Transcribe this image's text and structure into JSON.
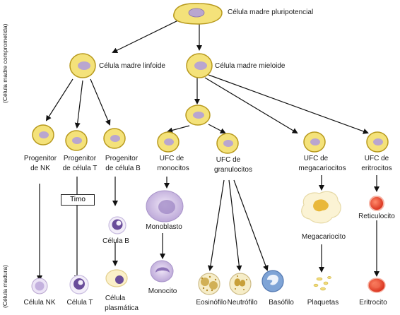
{
  "side_labels": {
    "committed": "(Célula madre comprometida)",
    "mature": "(Célula madura)"
  },
  "nodes": {
    "pluripotent": "Célula madre pluripotencial",
    "lymphoid": "Célula madre linfoide",
    "myeloid": "Célula madre mieloide",
    "nk_progenitor_1": "Progenitor",
    "nk_progenitor_2": "de NK",
    "t_progenitor_1": "Progenitor",
    "t_progenitor_2": "de célula T",
    "b_progenitor_1": "Progenitor",
    "b_progenitor_2": "de célula B",
    "ufc_mono_1": "UFC de",
    "ufc_mono_2": "monocitos",
    "ufc_gran_1": "UFC de",
    "ufc_gran_2": "granulocitos",
    "ufc_mega_1": "UFC de",
    "ufc_mega_2": "megacariocitos",
    "ufc_eri_1": "UFC de",
    "ufc_eri_2": "eritrocitos",
    "timo": "Timo",
    "cell_b": "Célula B",
    "monoblasto": "Monoblasto",
    "megacariocito": "Megacariocito",
    "reticulocito": "Reticulocito",
    "nk_cell": "Célula NK",
    "t_cell": "Célula T",
    "plasma_1": "Célula",
    "plasma_2": "plasmática",
    "monocito": "Monocito",
    "eosinofilo": "Eosinófilo",
    "neutrofilo": "Neutrófilo",
    "basofilo": "Basófilo",
    "plaquetas": "Plaquetas",
    "eritrocito": "Eritrocito"
  },
  "colors": {
    "stem_fill": "#f4e27a",
    "stem_stroke": "#b89a1e",
    "nucleus": "#b9a6cf",
    "purple_cell": "#d7c9ea",
    "purple_nucleus": "#7d5ea8",
    "red_cell": "#e8402a",
    "arrow": "#111111"
  }
}
